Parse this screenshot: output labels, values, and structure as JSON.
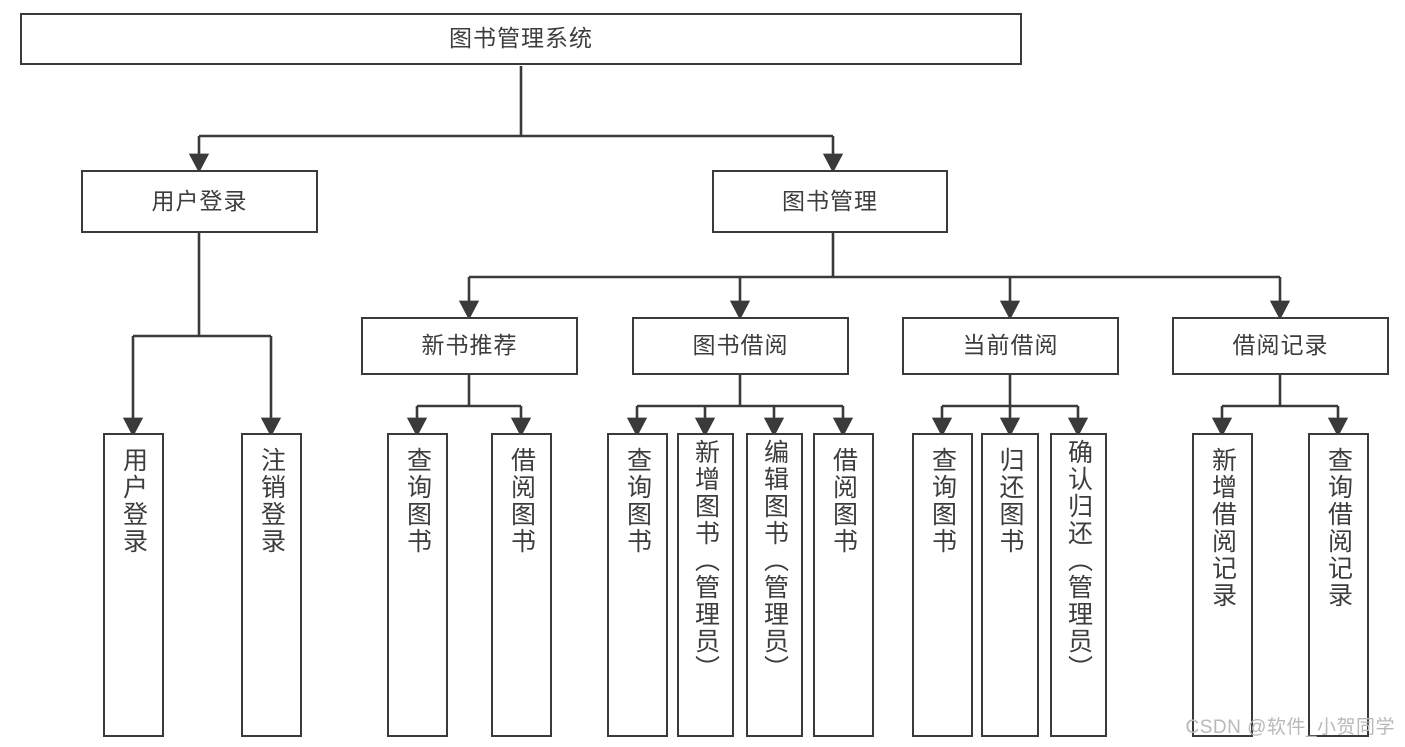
{
  "diagram": {
    "type": "tree",
    "title_node": {
      "label": "图书管理系统"
    },
    "level2": [
      {
        "label": "用户登录"
      },
      {
        "label": "图书管理"
      }
    ],
    "level3": [
      {
        "label": "新书推荐"
      },
      {
        "label": "图书借阅"
      },
      {
        "label": "当前借阅"
      },
      {
        "label": "借阅记录"
      }
    ],
    "leaves": [
      {
        "label": "用户登录",
        "parent": "用户登录"
      },
      {
        "label": "注销登录",
        "parent": "用户登录"
      },
      {
        "label": "查询图书",
        "parent": "新书推荐"
      },
      {
        "label": "借阅图书",
        "parent": "新书推荐"
      },
      {
        "label": "查询图书",
        "parent": "图书借阅"
      },
      {
        "label": "新增图书（管理员）",
        "parent": "图书借阅"
      },
      {
        "label": "编辑图书（管理员）",
        "parent": "图书借阅"
      },
      {
        "label": "借阅图书",
        "parent": "图书借阅"
      },
      {
        "label": "查询图书",
        "parent": "当前借阅"
      },
      {
        "label": "归还图书",
        "parent": "当前借阅"
      },
      {
        "label": "确认归还（管理员）",
        "parent": "当前借阅"
      },
      {
        "label": "新增借阅记录",
        "parent": "借阅记录"
      },
      {
        "label": "查询借阅记录",
        "parent": "借阅记录"
      }
    ],
    "colors": {
      "stroke": "#3a3a3a",
      "text": "#3d3d3d",
      "background": "#ffffff",
      "watermark": "#b9b9b9"
    }
  },
  "watermark": {
    "text": "CSDN @软件_小贺同学"
  }
}
